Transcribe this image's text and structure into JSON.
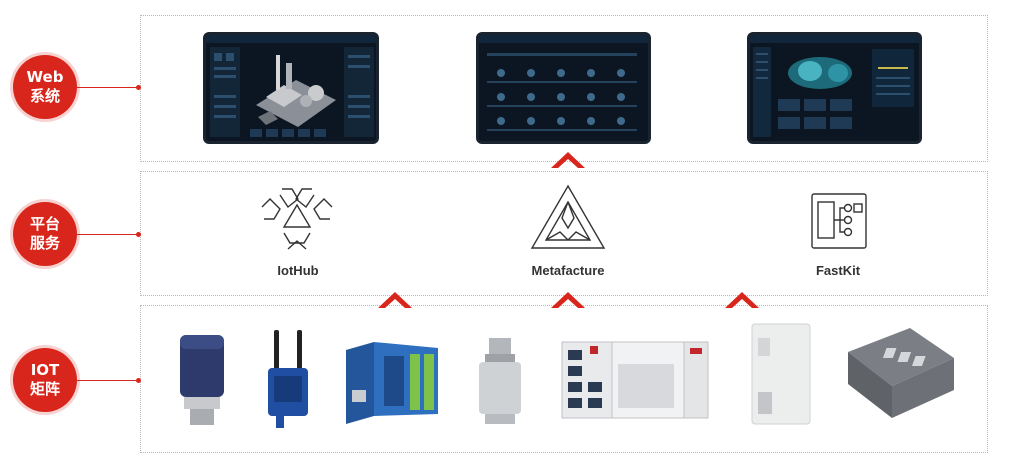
{
  "layers": {
    "web": {
      "label_line1": "Web",
      "label_line2": "系统"
    },
    "platform": {
      "label_line1": "平台",
      "label_line2": "服务"
    },
    "iot": {
      "label_line1": "IOT",
      "label_line2": "矩阵"
    }
  },
  "platform_services": [
    {
      "name": "IotHub"
    },
    {
      "name": "Metafacture"
    },
    {
      "name": "FastKit"
    }
  ],
  "colors": {
    "accent": "#d9261c",
    "screen_bg": "#0b1622",
    "border": "#b9b9b9"
  }
}
